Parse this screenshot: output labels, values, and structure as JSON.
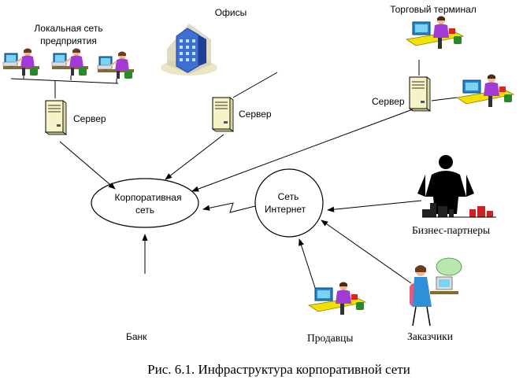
{
  "labels": {
    "lan": [
      "Локальная сеть",
      "предприятия"
    ],
    "offices": "Офисы",
    "terminal": "Торговый терминал",
    "server": "Сервер",
    "corp": [
      "Корпоративная",
      "сеть"
    ],
    "internet": [
      "Сеть",
      "Интернет"
    ],
    "partners": "Бизнес-партнеры",
    "bank": "Банк",
    "sellers": "Продавцы",
    "customers": "Заказчики"
  },
  "caption": "Рис. 6.1. Инфраструктура корпоративной сети",
  "colors": {
    "line": "#000000",
    "building": "#3f6fd1",
    "building_dark": "#1f3f99",
    "person_shirt": "#a23bd6",
    "monitor": "#1e88c9",
    "desk": "#f2e000",
    "phone_red": "#e0241b",
    "skin": "#f1b98c",
    "plant": "#2a8a2a",
    "server": "#f7f3c8",
    "silhouette": "#000000",
    "city": "#cc2222",
    "bubble": "#b8e8b0",
    "customer_dress": "#2f8fd8",
    "chair": "#e65a7a"
  }
}
